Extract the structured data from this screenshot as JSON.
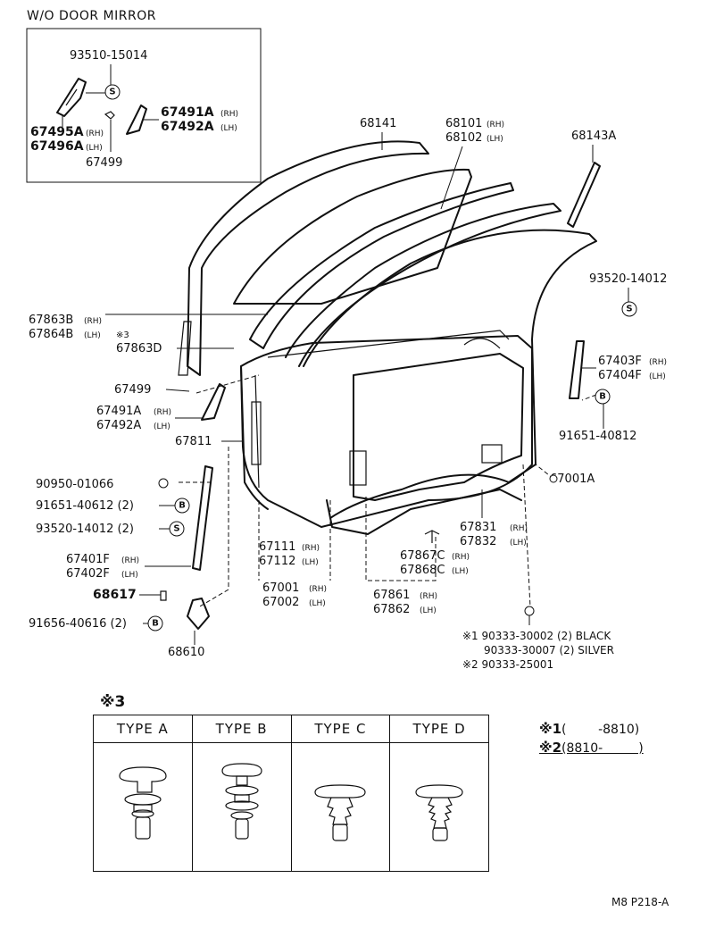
{
  "inset": {
    "title": "W/O DOOR MIRROR",
    "parts": {
      "p93510": "93510-15014",
      "p67495": "67495A",
      "p67496": "67496A",
      "p67491": "67491A",
      "p67492": "67492A",
      "p67499": "67499"
    }
  },
  "sfx": {
    "rh": "(RH)",
    "lh": "(LH)",
    "s": "S",
    "b": "B"
  },
  "parts": {
    "p68141": "68141",
    "p68101": "68101",
    "p68102": "68102",
    "p68143A": "68143A",
    "p93520_14012_r": "93520-14012",
    "p67863B": "67863B",
    "p67864B": "67864B",
    "mark3": "※3",
    "p67863D": "67863D",
    "p67403F": "67403F",
    "p67404F": "67404F",
    "p67499": "67499",
    "p67491A": "67491A",
    "p67492A": "67492A",
    "p91651_r": "91651-40812",
    "p67811": "67811",
    "p90950": "90950-01066",
    "p67001A": "67001A",
    "p91651_l": "91651-40612 (2)",
    "p93520_l": "93520-14012 (2)",
    "p67831": "67831",
    "p67832": "67832",
    "p67401F": "67401F",
    "p67402F": "67402F",
    "p67111": "67111",
    "p67112": "67112",
    "p67867C": "67867C",
    "p67868C": "67868C",
    "p67001": "67001",
    "p67002": "67002",
    "p67861": "67861",
    "p67862": "67862",
    "p68617": "68617",
    "p91656": "91656-40616 (2)",
    "p68610": "68610",
    "clip1": "※1 90333-30002 (2) BLACK",
    "clip1b": "90333-30007 (2) SILVER",
    "clip2": "※2 90333-25001"
  },
  "types": {
    "mark": "※3",
    "headers": [
      "TYPE  A",
      "TYPE  B",
      "TYPE  C",
      "TYPE  D"
    ]
  },
  "notes": {
    "n1_mark": "※1",
    "n1": "(        -8810)",
    "n2_mark": "※2",
    "n2": "(8810-         )"
  },
  "footer": "M8 P218-A"
}
